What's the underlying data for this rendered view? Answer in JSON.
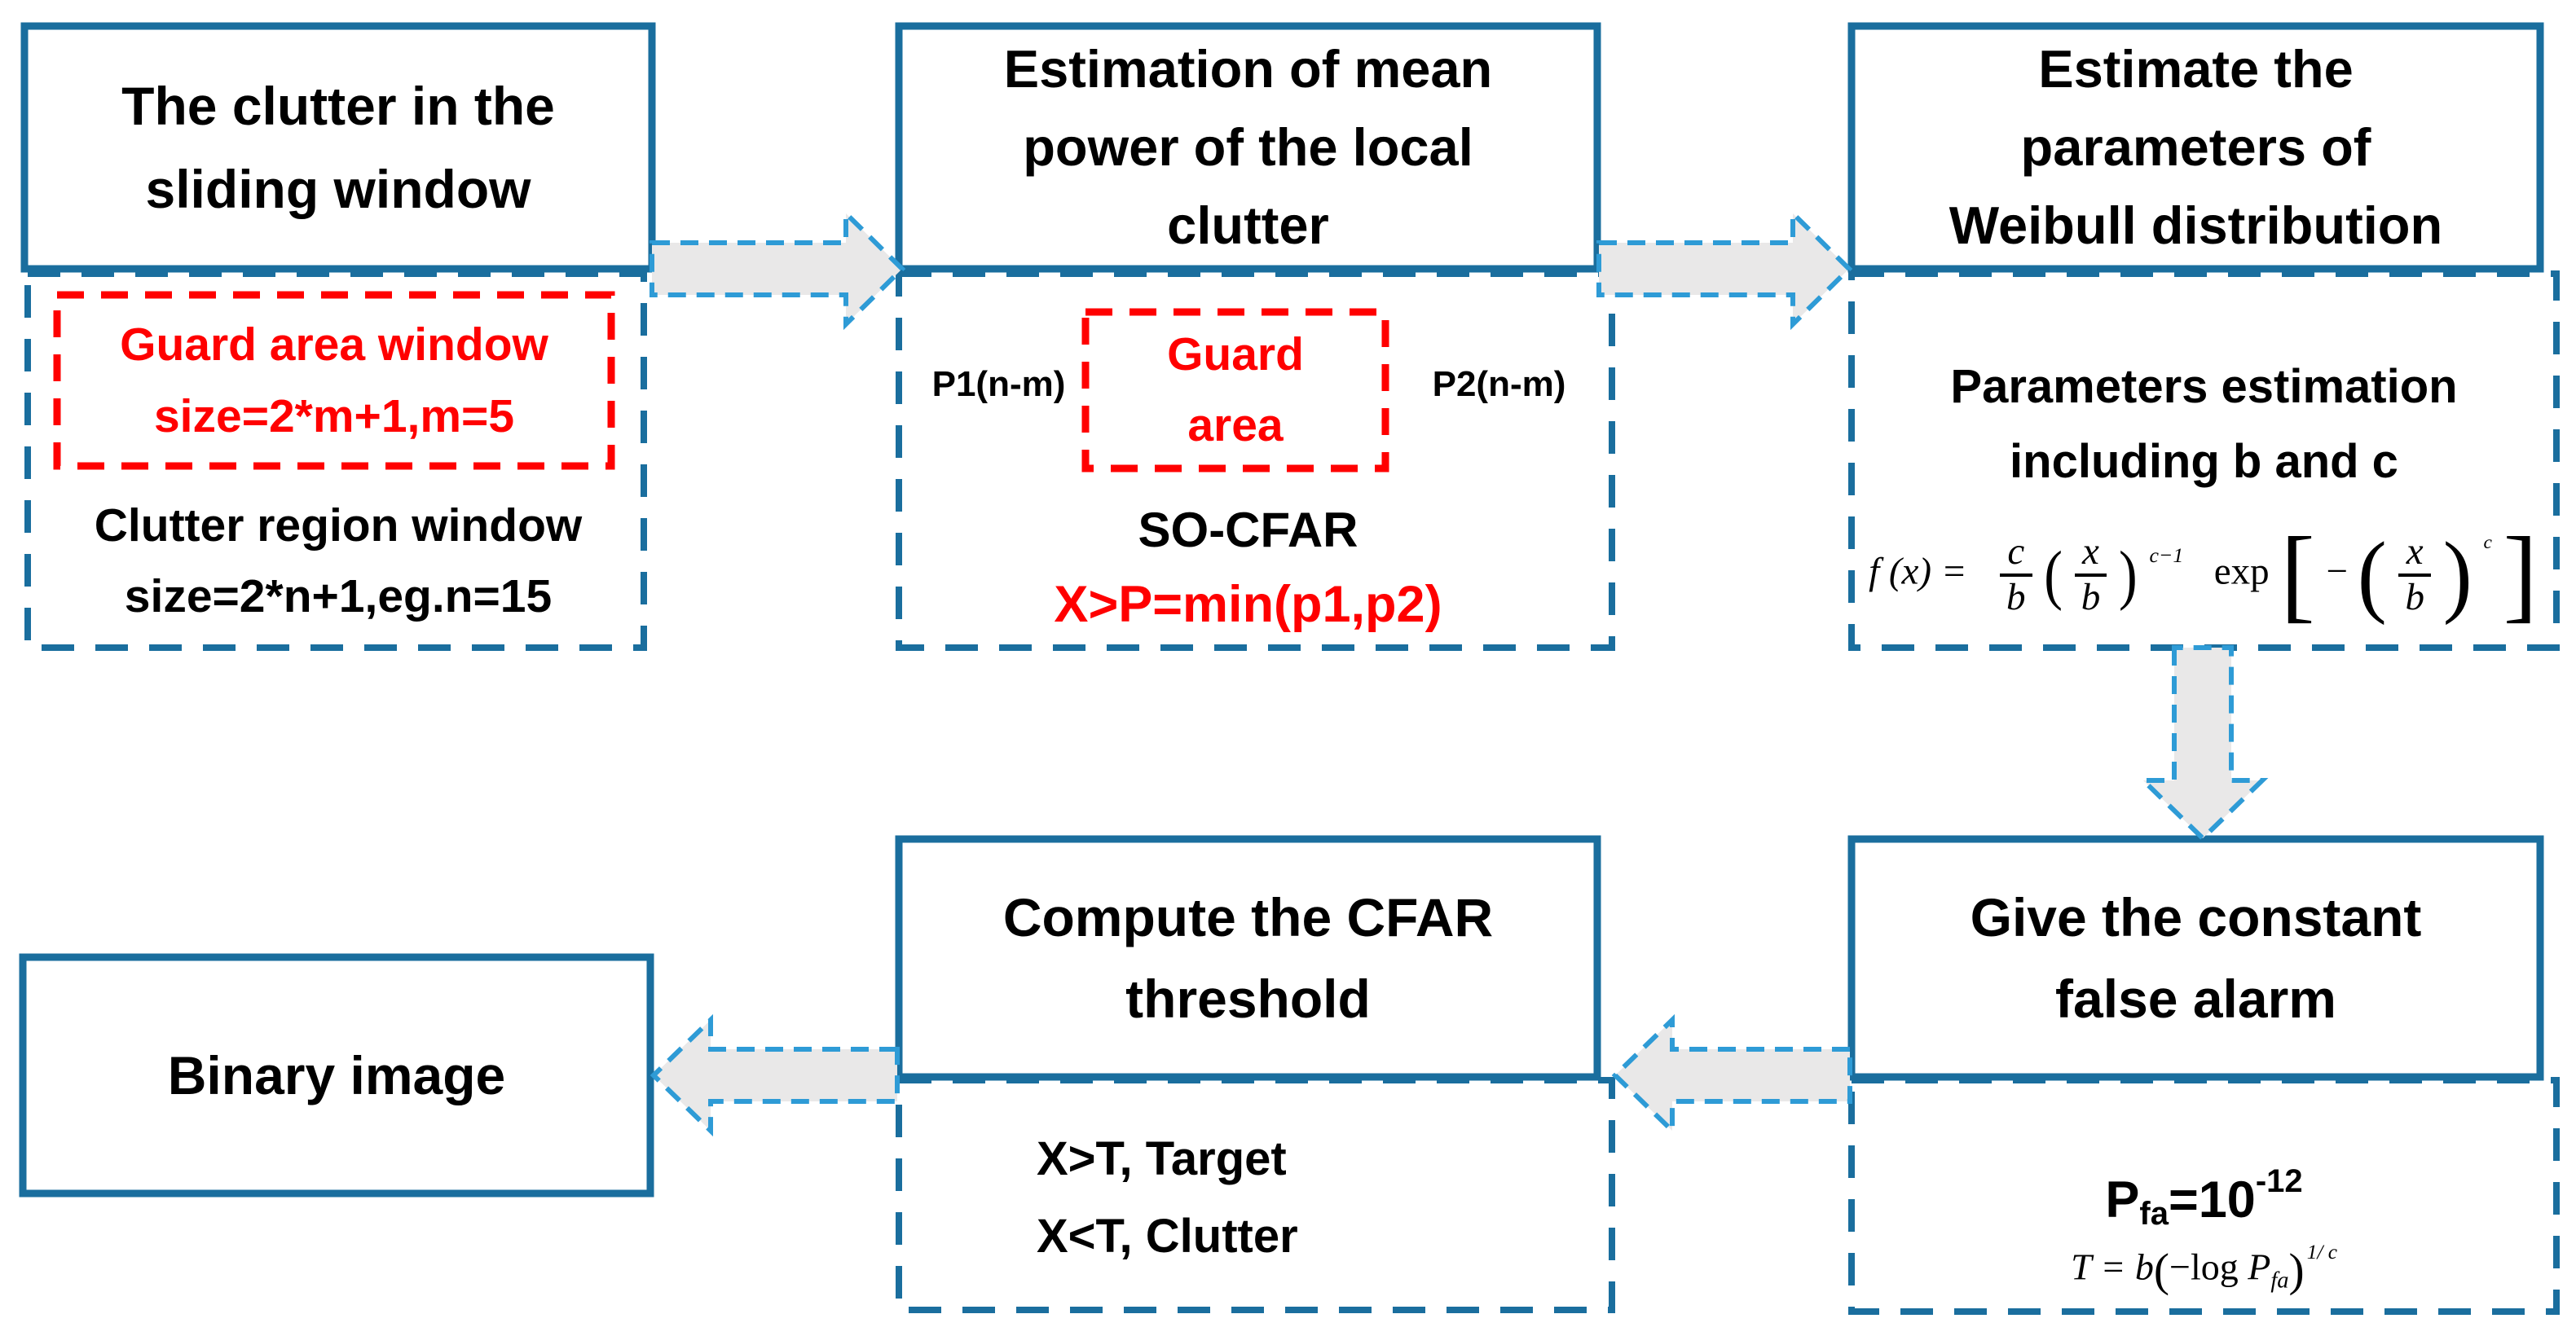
{
  "colors": {
    "border_blue": "#1A6E9E",
    "arrow_outline": "#2E9BD6",
    "arrow_fill": "#E9E8E8",
    "accent_red": "#FF0000",
    "text": "#000000"
  },
  "boxes": {
    "clutter_window": {
      "title_lines": [
        "The clutter in the",
        "sliding window"
      ],
      "guard_label_lines": [
        "Guard area window",
        "size=2*m+1,m=5"
      ],
      "region_lines": [
        "Clutter region window",
        "size=2*n+1,eg.n=15"
      ]
    },
    "mean_power": {
      "title_lines": [
        "Estimation of mean",
        "power of the local",
        "clutter"
      ],
      "left_label": "P1(n-m)",
      "right_label": "P2(n-m)",
      "guard_label_lines": [
        "Guard",
        "area"
      ],
      "method": "SO-CFAR",
      "criterion": "X>P=min(p1,p2)"
    },
    "weibull": {
      "title_lines": [
        "Estimate the",
        "parameters of",
        "Weibull distribution"
      ],
      "body_lines": [
        "Parameters estimation",
        "including b and c"
      ]
    },
    "false_alarm": {
      "title_lines": [
        "Give the constant",
        "false alarm"
      ]
    },
    "threshold": {
      "title_lines": [
        "Compute the CFAR",
        "threshold"
      ],
      "conditions": [
        "X>T, Target",
        "X<T, Clutter"
      ]
    },
    "binary_image": {
      "title": "Binary image"
    }
  },
  "formulas": {
    "weibull_pdf": {
      "lhs": "f (x) =",
      "frac1_num": "c",
      "frac1_den": "b",
      "paren_open": "(",
      "frac2_num": "x",
      "frac2_den": "b",
      "paren_close": ")",
      "sup1": "c−1",
      "exp_word": "exp",
      "bracket_open": "[",
      "minus": "−",
      "paren_big_open": "(",
      "frac3_num": "x",
      "frac3_den": "b",
      "paren_big_close": ")",
      "sup2": "c",
      "bracket_close": "]"
    },
    "pfa": {
      "p": "P",
      "sub": "fa",
      "mid": "=10",
      "sup": "-12"
    },
    "threshold_t": {
      "lhs": "T = b",
      "paren_open": "(",
      "body": "−log ",
      "p": "P",
      "sub": "fa",
      "paren_close": ")",
      "sup": "1/ c"
    }
  }
}
